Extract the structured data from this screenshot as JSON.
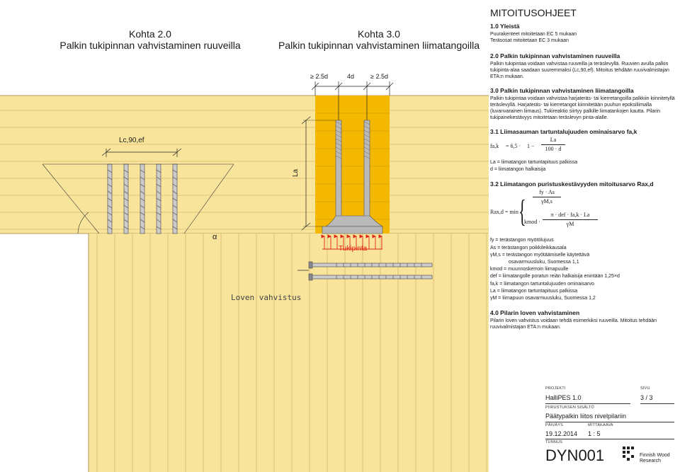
{
  "headings": {
    "kohta2_number": "Kohta 2.0",
    "kohta2_title": "Palkin tukipinnan vahvistaminen ruuveilla",
    "kohta3_number": "Kohta 3.0",
    "kohta3_title": "Palkin tukipinnan vahvistaminen liimatangoilla"
  },
  "drawing": {
    "dim_left": "≥ 2.5d",
    "dim_mid": "4d",
    "dim_right": "≥ 2.5d",
    "lc_label": "Lc,90,ef",
    "la_label": "La",
    "alpha_label": "α",
    "tukipinta_label": "Tukipinta",
    "loven_label": "Loven vahvistus",
    "colors": {
      "wood": "#f8e59b",
      "glulam_core": "#f5b800",
      "grain": "#c9a55a",
      "rod": "#b9b9b9",
      "arrow": "#e2231a"
    }
  },
  "panel": {
    "title": "MITOITUSOHJEET",
    "s1_head": "1.0 Yleistä",
    "s1_l1": "Puurakenteet mitoitetaan EC 5 mukaan",
    "s1_l2": "Teräsosat mitoitetaan EC 3 mukaan",
    "s2_head": "2.0 Palkin tukipinnan vahvistaminen ruuveilla",
    "s2_text": "Palkin tukipintaa voidaan vahvistaa ruuveilla ja teräslevyllä. Ruuvien avulla palkin tukipinta-alaa saadaan suuremmaksi (Lc,90,ef). Mitoitus tehdään ruuvivalmistajan ETA:n mukaan.",
    "s3_head": "3.0 Palkin tukipinnan vahvistaminen liimatangoilla",
    "s3_text": "Palkin tukipintaa voidaan vahvistaa harjateräs- tai kierretangoilla palkkiin kiinnitetyllä teräslevyllä. Harjateräs- tai kierretangot kiinnitetään puuhun epoksiliimalla (luvanvarainen liimaus). Tukireaktio siirtyy palkille liimatankojen kautta. Pilarin tukipainekestävyys mitoitetaan teräslevyn pinta-alalle.",
    "s31_head": "3.1 Liimasauman tartuntalujuuden ominaisarvo fa,k",
    "f31_lhs": "fa,k",
    "f31_eq": "= 6,5 ·",
    "f31_num": "La",
    "f31_den": "100 · d",
    "f31_one": "1 −",
    "defs31": [
      "La = liimatangon tartuntapituus palkissa",
      "d = liimatangon halkaisija"
    ],
    "s32_head": "3.2 Liimatangon puristuskestävyyden mitoitusarvo Rax,d",
    "f32_lhs": "Rax,d = min",
    "f32_t1_num": "fy · As",
    "f32_t1_den": "γM,s",
    "f32_t2_pre": "kmod ·",
    "f32_t2_num": "π · def · fa,k · La",
    "f32_t2_den": "γM",
    "defs32": [
      "fy = terästangon myötölujuus",
      "As = terästangon poikkileikkausala",
      "γM,s = terästangon myötäämiselle käytettävä",
      "osavarmuusluku, Suomessa 1,1",
      "kmod = muunnoskerroin liimapuulle",
      "def = liimatangolle poratun reiän halkaisija enintään 1,25×d",
      "fa,k = liimatangon tartuntalujuuden ominaisarvo",
      "La = liimatangon tartuntapituus palkissa",
      "γM = liimapuun osavarmuusluku, Suomessa 1,2"
    ],
    "s4_head": "4.0 Pilarin loven vahvistaminen",
    "s4_text": "Pilarin loven vahvistus voidaan tehdä esimerkiksi ruuveilla. Mitoitus tehdään ruuvivalmistajan ETA:n mukaan."
  },
  "title_block": {
    "projekti_label": "PROJEKTI",
    "projekti_value": "HalliPES 1.0",
    "sivu_label": "SIVU",
    "sivu_value": "3 / 3",
    "sisalto_label": "PIIRUSTUKSEN  SISÄLTÖ",
    "sisalto_value": "Päätypalkin liitos nivelpilariin",
    "pvm_label": "PÄIVÄYS",
    "pvm_value": "19.12.2014",
    "mittakaava_label": "MITTAKAAVA",
    "mittakaava_value": "1 : 5",
    "tunnus_label": "TUNNUS",
    "tunnus_value": "DYN001",
    "logo_line1": "Finnish Wood",
    "logo_line2": "Research"
  }
}
